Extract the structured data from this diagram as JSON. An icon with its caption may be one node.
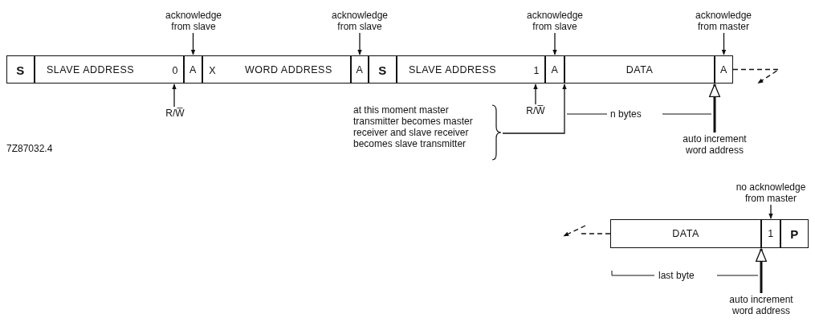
{
  "diagram": {
    "nodes": [
      {
        "text": [
          "S"
        ]
      },
      {
        "text": [
          "SLAVE ADDRESS"
        ]
      },
      {
        "text": [
          "0"
        ],
        "in": 1
      },
      {
        "text": [
          "A"
        ]
      },
      {
        "text": [
          "WORD ADDRESS"
        ]
      },
      {
        "text": [
          "X"
        ],
        "in": 4
      },
      {
        "text": [
          "A"
        ]
      },
      {
        "text": [
          "S"
        ]
      },
      {
        "text": [
          "SLAVE ADDRESS"
        ]
      },
      {
        "text": [
          "1"
        ],
        "in": 8
      },
      {
        "text": [
          "A"
        ]
      },
      {
        "text": [
          "DATA"
        ]
      },
      {
        "text": [
          "A"
        ]
      },
      {
        "text": [
          "acknowledge from slave"
        ]
      },
      {
        "text": [
          "R/W̅"
        ]
      },
      {
        "text": [
          "acknowledge from slave"
        ]
      },
      {
        "text": [
          "acknowledge from slave"
        ]
      },
      {
        "text": [
          "R/W̅"
        ]
      },
      {
        "text": [
          "acknowledge from master"
        ]
      },
      {
        "text": [
          "at this moment master transmitter becomes master receiver and slave receiver becomes slave transmitter"
        ]
      },
      {
        "text": [
          "auto increment word address"
        ]
      },
      {
        "text": [
          "DATA"
        ]
      },
      {
        "text": [
          "1"
        ]
      },
      {
        "text": [
          "P"
        ]
      },
      {
        "text": [
          "no acknowledge from master"
        ]
      },
      {
        "text": [
          "auto increment word address"
        ]
      }
    ],
    "edges": [
      {
        "from": 13,
        "to": 3,
        "arrow": "to"
      },
      {
        "from": 14,
        "to": 2,
        "arrow": "to"
      },
      {
        "from": 15,
        "to": 6,
        "arrow": "to"
      },
      {
        "from": 16,
        "to": 10,
        "arrow": "to"
      },
      {
        "from": 17,
        "to": 9,
        "arrow": "to"
      },
      {
        "from": 18,
        "to": 12,
        "arrow": "to"
      },
      {
        "from": 19,
        "to": 11,
        "arrow": "to"
      },
      {
        "from": 20,
        "to": 12,
        "arrow": "to",
        "style": "thick"
      },
      {
        "from": 12,
        "to": null,
        "arrow": "to",
        "style": "dashed"
      },
      {
        "from": 24,
        "to": 22,
        "arrow": "to"
      },
      {
        "from": 25,
        "to": 22,
        "arrow": "to",
        "style": "thick"
      },
      {
        "from": 21,
        "to": null,
        "arrow": "to",
        "style": "dashed"
      }
    ],
    "labels": [
      "7Z87032.4",
      "n bytes",
      "last byte"
    ]
  }
}
